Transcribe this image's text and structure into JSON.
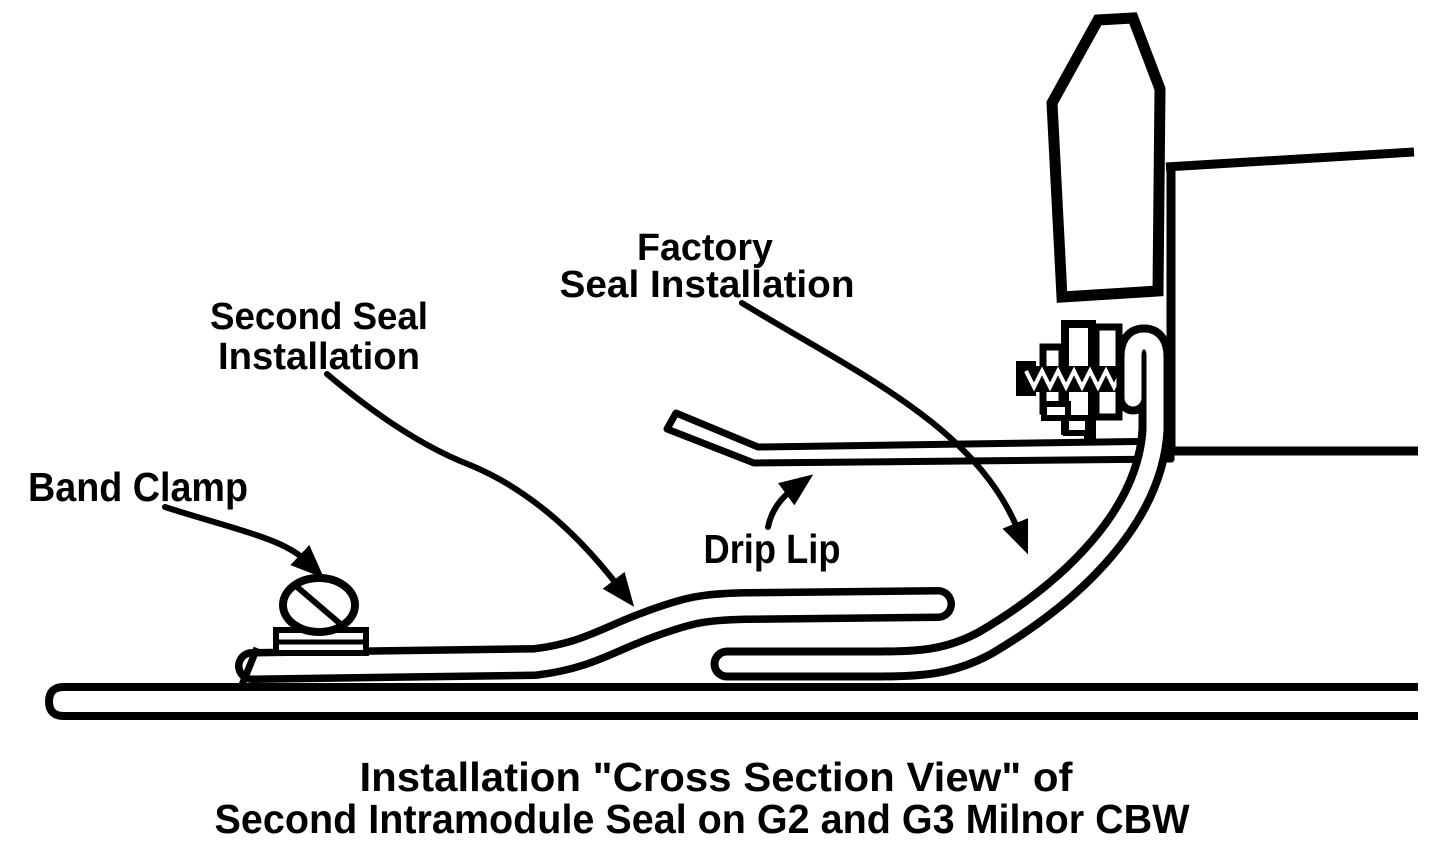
{
  "colors": {
    "background": "#ffffff",
    "ink": "#000000"
  },
  "labels": {
    "factory_seal": {
      "line1": "Factory",
      "line2": "Seal Installation"
    },
    "second_seal": {
      "line1": "Second Seal",
      "line2": "Installation"
    },
    "band_clamp": "Band Clamp",
    "drip_lip": "Drip Lip"
  },
  "caption": {
    "line1": "Installation \"Cross Section View\" of",
    "line2": "Second Intramodule Seal on G2 and G3 Milnor CBW"
  },
  "components": [
    "module-shell",
    "band-clamp",
    "second-seal",
    "factory-seal",
    "drip-lip",
    "threaded-stud",
    "nut-and-washers",
    "tank-wall",
    "gusset-bracket"
  ]
}
